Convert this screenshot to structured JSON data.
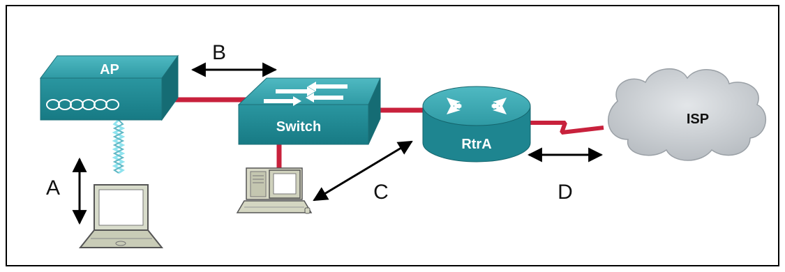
{
  "devices": {
    "ap": "AP",
    "switch": "Switch",
    "router": "RtrA",
    "isp": "ISP"
  },
  "connections": {
    "a": "A",
    "b": "B",
    "c": "C",
    "d": "D"
  },
  "colors": {
    "device_body": "#1f8d96",
    "link_red": "#c8213c",
    "cloud": "#c9cdd1",
    "wireless": "#8fe3ee"
  }
}
